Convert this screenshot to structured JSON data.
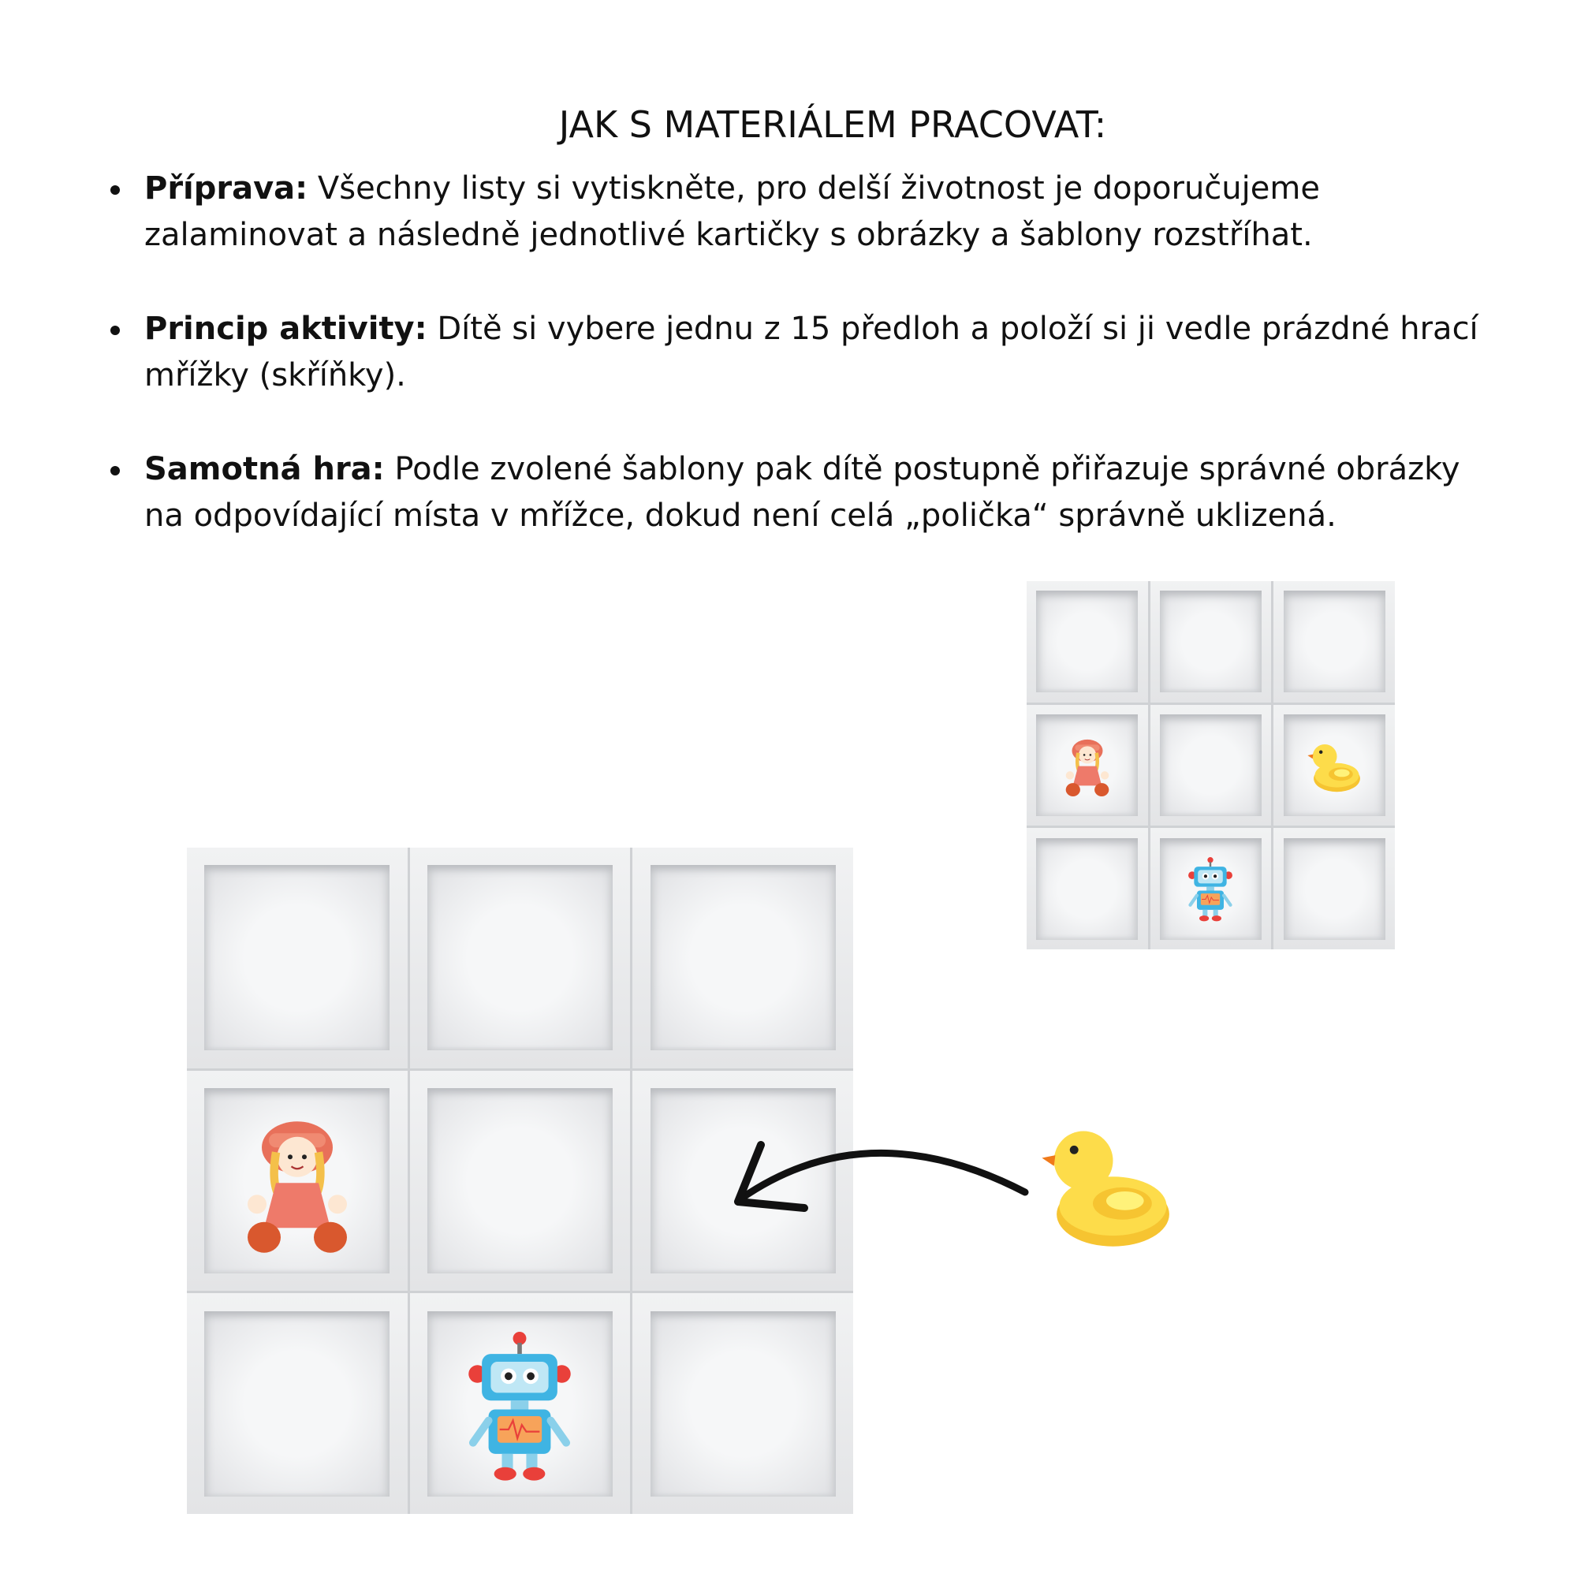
{
  "title": "JAK S MATERIÁLEM PRACOVAT:",
  "instructions": [
    {
      "label": "Příprava:",
      "text": " Všechny listy si vytiskněte, pro delší životnost je doporučujeme zalaminovat a následně jednotlivé kartičky s obrázky a šablony rozstříhat."
    },
    {
      "label": "Princip aktivity:",
      "text": " Dítě si vybere jednu z 15 předloh a položí si ji vedle prázdné hrací mřížky (skříňky)."
    },
    {
      "label": "Samotná hra:",
      "text": " Podle zvolené šablony pak dítě postupně přiřazuje správné obrázky na odpovídající místa v mřížce, dokud není celá „polička“ správně uklizená."
    }
  ],
  "grids": {
    "play_grid": [
      "empty",
      "empty",
      "empty",
      "doll",
      "empty",
      "empty",
      "empty",
      "robot",
      "empty"
    ],
    "template_grid": [
      "empty",
      "empty",
      "empty",
      "doll",
      "empty",
      "duck",
      "empty",
      "robot",
      "empty"
    ]
  },
  "icons": {
    "duck": "rubber-duck-icon",
    "doll": "doll-icon",
    "robot": "robot-icon",
    "arrow": "curved-arrow-icon"
  }
}
